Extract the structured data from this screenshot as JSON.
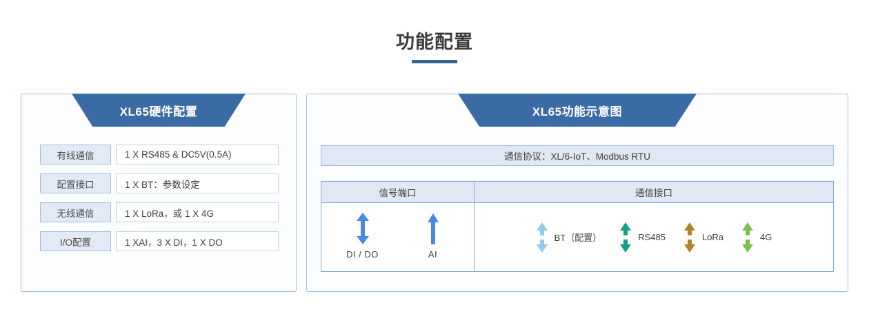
{
  "page": {
    "title": "功能配置",
    "accent_color": "#38628F",
    "banner_color": "#3B6BA5",
    "panel_border_color": "#9FBEE4"
  },
  "hardware_panel": {
    "banner_title": "XL65硬件配置",
    "rows": [
      {
        "key": "有线通信",
        "value": "1 X RS485 & DC5V(0.5A)"
      },
      {
        "key": "配置接口",
        "value": "1 X BT：参数设定"
      },
      {
        "key": "无线通信",
        "value": "1 X LoRa，或 1 X 4G"
      },
      {
        "key": "I/O配置",
        "value": "1 XAI，3 X DI，1 X DO"
      }
    ]
  },
  "function_panel": {
    "banner_title": "XL65功能示意图",
    "protocol_bar": "通信协议：XL/6-IoT、Modbus RTU",
    "table": {
      "headers": [
        "信号端口",
        "通信接口"
      ],
      "signal_ports": [
        {
          "label": "DI / DO",
          "icon": "double-arrow-icon",
          "color": "#4A86E8",
          "style": "solid"
        },
        {
          "label": "AI",
          "icon": "up-arrow-icon",
          "color": "#4A86E8",
          "style": "solid"
        }
      ],
      "comm_ports": [
        {
          "label": "BT（配置）",
          "icon": "double-arrow-split-icon",
          "color": "#8ECBEF"
        },
        {
          "label": "RS485",
          "icon": "double-arrow-split-icon",
          "color": "#16A08C"
        },
        {
          "label": "LoRa",
          "icon": "double-arrow-split-icon",
          "color": "#B5812A"
        },
        {
          "label": "4G",
          "icon": "double-arrow-split-icon",
          "color": "#78C254"
        }
      ]
    }
  }
}
